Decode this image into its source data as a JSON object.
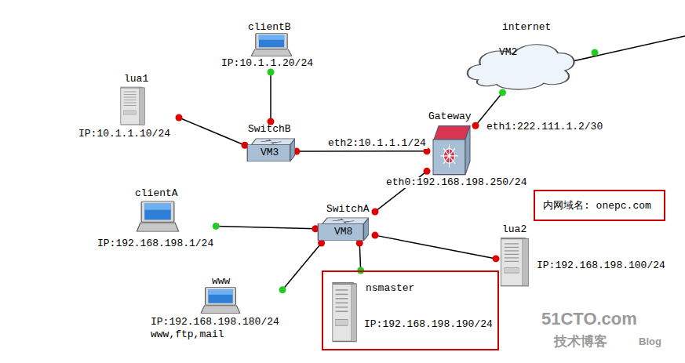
{
  "diagram": {
    "nodes": [
      {
        "text": [
          "internet",
          "VM2"
        ]
      },
      {
        "text": [
          "clientB",
          "IP:10.1.1.20/24"
        ]
      },
      {
        "text": [
          "lua1",
          "IP:10.1.1.10/24"
        ]
      },
      {
        "text": [
          "SwitchB",
          "VM3"
        ]
      },
      {
        "text": [
          "Gateway"
        ]
      },
      {
        "text": [
          "clientA",
          "IP:192.168.198.1/24"
        ]
      },
      {
        "text": [
          "SwitchA",
          "VM8"
        ]
      },
      {
        "text": [
          "www",
          "IP:192.168.198.180/24",
          "www,ftp,mail"
        ]
      },
      {
        "text": [
          "nsmaster",
          "IP:192.168.198.190/24"
        ]
      },
      {
        "text": [
          "lua2",
          "IP:192.168.198.100/24"
        ]
      },
      {
        "text": [
          "内网域名: onepc.com"
        ]
      }
    ],
    "edges": [
      {
        "from": 2,
        "to": 3,
        "arrow": "none"
      },
      {
        "from": 1,
        "to": 3,
        "arrow": "none"
      },
      {
        "from": 3,
        "to": 4,
        "label": "eth2:10.1.1.1/24",
        "arrow": "none"
      },
      {
        "from": 4,
        "to": 0,
        "label": "eth1:222.111.1.2/30",
        "arrow": "none"
      },
      {
        "from": 4,
        "to": 6,
        "label": "eth0:192.168.198.250/24",
        "arrow": "none"
      },
      {
        "from": 5,
        "to": 6,
        "arrow": "none"
      },
      {
        "from": 7,
        "to": 6,
        "arrow": "none"
      },
      {
        "from": 8,
        "to": 6,
        "arrow": "none"
      },
      {
        "from": 9,
        "to": 6,
        "arrow": "none"
      }
    ],
    "labels": [
      "51CTO.com",
      "技术博客",
      "Blog"
    ]
  }
}
